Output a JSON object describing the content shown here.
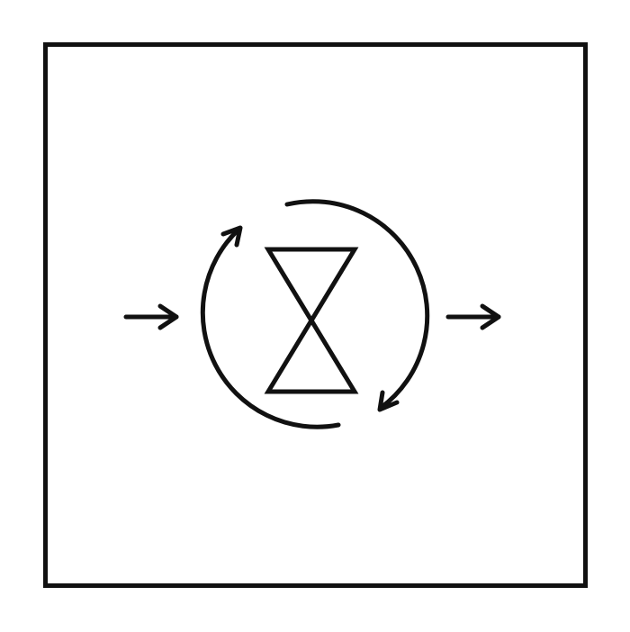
{
  "diagram": {
    "colors": {
      "background": "#ffffff",
      "stroke": "#111111"
    },
    "elements": [
      {
        "name": "frame-border",
        "kind": "rectangle"
      },
      {
        "name": "input-arrow-icon",
        "kind": "arrow",
        "direction": "right"
      },
      {
        "name": "cycle-arc-top-icon",
        "kind": "curved-arrow",
        "direction": "clockwise"
      },
      {
        "name": "cycle-arc-bottom-icon",
        "kind": "curved-arrow",
        "direction": "clockwise"
      },
      {
        "name": "hourglass-icon",
        "kind": "hourglass"
      },
      {
        "name": "output-arrow-icon",
        "kind": "arrow",
        "direction": "right"
      }
    ]
  }
}
